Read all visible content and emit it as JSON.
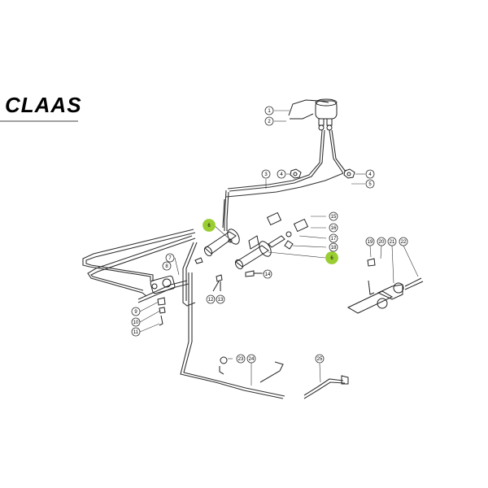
{
  "brand": {
    "logo_text": "CLAAS"
  },
  "colors": {
    "highlight": "#9acd32",
    "line": "#222222"
  },
  "callouts": [
    {
      "label": "1",
      "highlighted": false
    },
    {
      "label": "2",
      "highlighted": false
    },
    {
      "label": "3",
      "highlighted": false
    },
    {
      "label": "4",
      "highlighted": false
    },
    {
      "label": "4",
      "highlighted": false
    },
    {
      "label": "5",
      "highlighted": false
    },
    {
      "label": "6",
      "highlighted": true
    },
    {
      "label": "6",
      "highlighted": true
    },
    {
      "label": "7",
      "highlighted": false
    },
    {
      "label": "8",
      "highlighted": false
    },
    {
      "label": "9",
      "highlighted": false
    },
    {
      "label": "10",
      "highlighted": false
    },
    {
      "label": "11",
      "highlighted": false
    },
    {
      "label": "12",
      "highlighted": false
    },
    {
      "label": "13",
      "highlighted": false
    },
    {
      "label": "14",
      "highlighted": false
    },
    {
      "label": "15",
      "highlighted": false
    },
    {
      "label": "16",
      "highlighted": false
    },
    {
      "label": "17",
      "highlighted": false
    },
    {
      "label": "18",
      "highlighted": false
    },
    {
      "label": "19",
      "highlighted": false
    },
    {
      "label": "20",
      "highlighted": false
    },
    {
      "label": "21",
      "highlighted": false
    },
    {
      "label": "22",
      "highlighted": false
    },
    {
      "label": "23",
      "highlighted": false
    },
    {
      "label": "24",
      "highlighted": false
    },
    {
      "label": "25",
      "highlighted": false
    }
  ]
}
